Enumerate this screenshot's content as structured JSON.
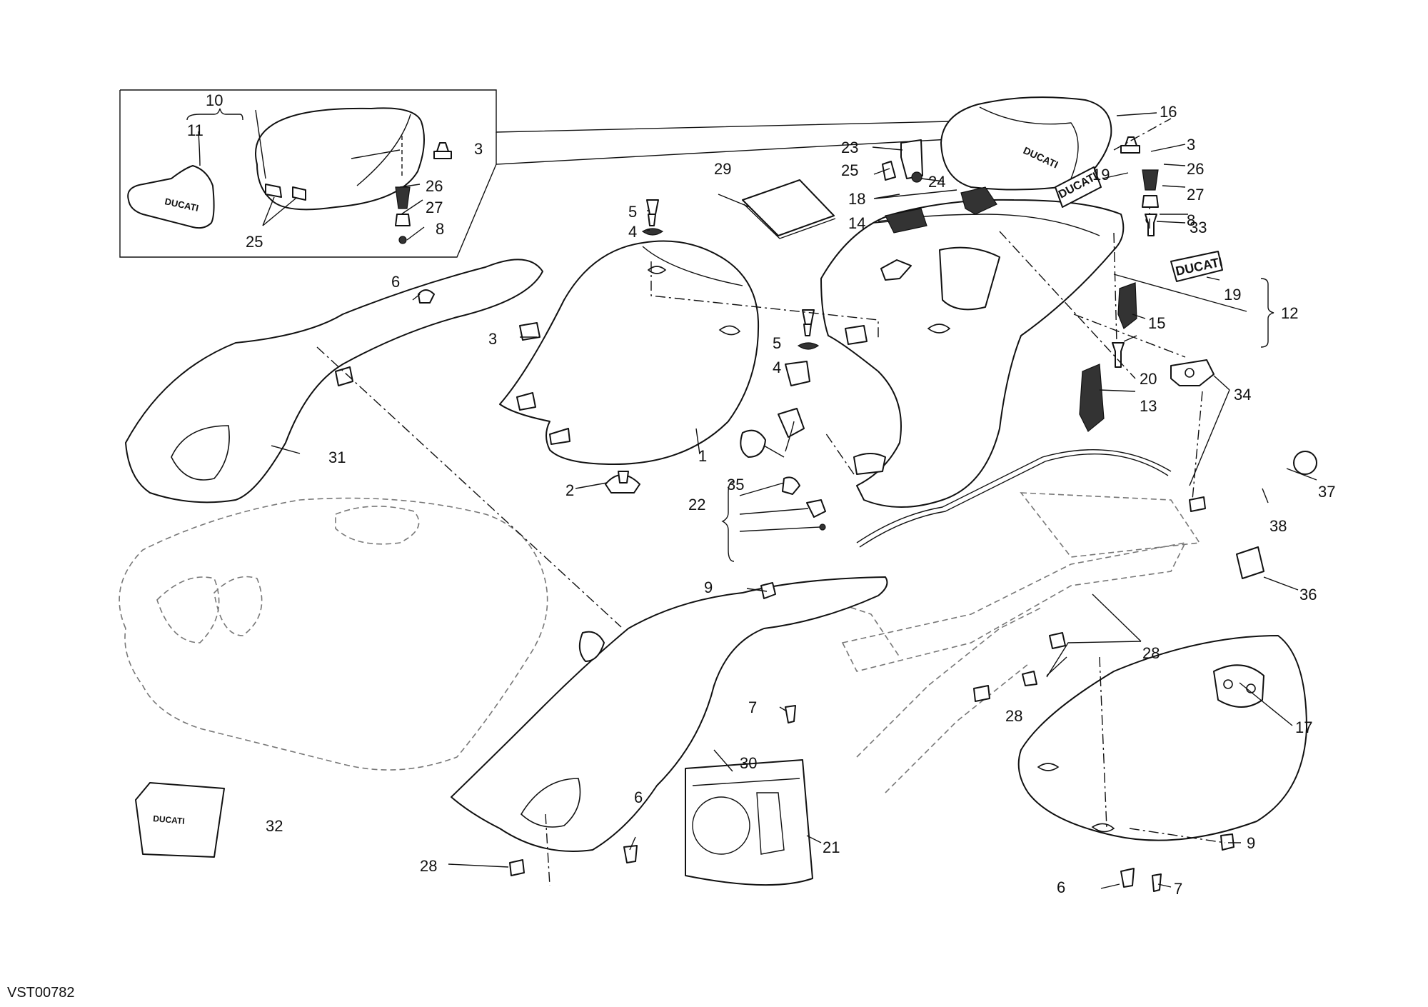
{
  "figure_code": "VST00782",
  "brand_mark": "DUCATI",
  "callouts": {
    "c1": "1",
    "c2": "2",
    "c3a": "3",
    "c3b": "3",
    "c3c": "3",
    "c4a": "4",
    "c4b": "4",
    "c5a": "5",
    "c5b": "5",
    "c6a": "6",
    "c6b": "6",
    "c6c": "6",
    "c7a": "7",
    "c7b": "7",
    "c8a": "8",
    "c8b": "8",
    "c9a": "9",
    "c9b": "9",
    "c10": "10",
    "c11": "11",
    "c12": "12",
    "c13": "13",
    "c14": "14",
    "c15": "15",
    "c16": "16",
    "c17": "17",
    "c18": "18",
    "c19a": "19",
    "c19b": "19",
    "c20": "20",
    "c21": "21",
    "c22": "22",
    "c23": "23",
    "c24": "24",
    "c25a": "25",
    "c25b": "25",
    "c26a": "26",
    "c26b": "26",
    "c27a": "27",
    "c27b": "27",
    "c28a": "28",
    "c28b": "28",
    "c28c": "28",
    "c29": "29",
    "c30": "30",
    "c31": "31",
    "c32": "32",
    "c33": "33",
    "c34": "34",
    "c35": "35",
    "c36": "36",
    "c37": "37",
    "c38": "38"
  }
}
